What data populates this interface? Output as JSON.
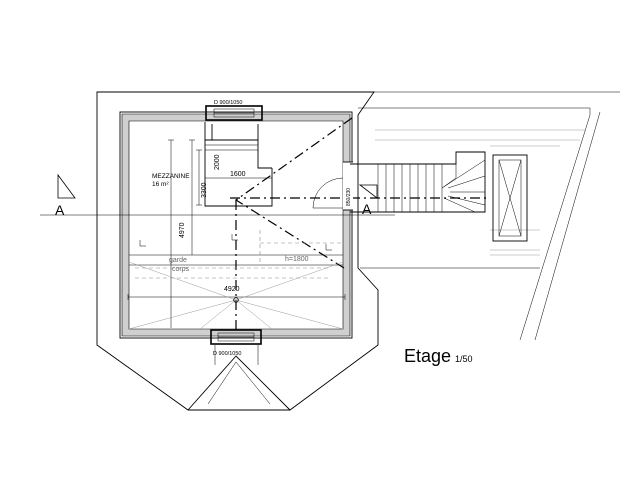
{
  "title": "Etage",
  "scale": "1/50",
  "room": {
    "name": "MEZZANINE",
    "area": "16 m²"
  },
  "section_marks": [
    "A",
    "A"
  ],
  "window_top": "D 900/1050",
  "window_bottom": "D 900/1050",
  "door_label": "850/230",
  "dimensions": {
    "d2000": "2000",
    "d3300": "3300",
    "d1600": "1600",
    "d4970": "4970",
    "d4920": "4920"
  },
  "height_note": "h=1800",
  "railing": {
    "line1": "garde",
    "line2": "corps"
  }
}
